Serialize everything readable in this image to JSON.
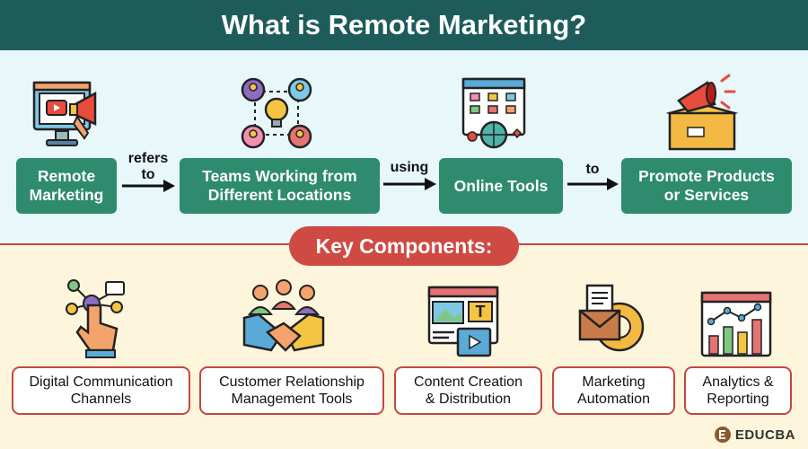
{
  "title": "What is Remote Marketing?",
  "flow": {
    "boxes": [
      "Remote\nMarketing",
      "Teams Working from\nDifferent Locations",
      "Online Tools",
      "Promote Products\nor Services"
    ],
    "connectors": [
      "refers\nto",
      "using",
      "to"
    ]
  },
  "section_heading": "Key Components:",
  "components": [
    "Digital Communication\nChannels",
    "Customer Relationship\nManagement Tools",
    "Content Creation\n& Distribution",
    "Marketing\nAutomation",
    "Analytics &\nReporting"
  ],
  "logo_text": "EDUCBA",
  "colors": {
    "header": "#1e5c5c",
    "green": "#2e8b6e",
    "red": "#cf4a43",
    "top_bg": "#e8f7f9",
    "bottom_bg": "#fdf6dc"
  },
  "icons": [
    "monitor-megaphone-icon",
    "team-network-icon",
    "web-tools-icon",
    "promotion-box-icon",
    "communication-hand-icon",
    "handshake-crm-icon",
    "content-media-icon",
    "email-automation-icon",
    "analytics-chart-icon"
  ]
}
